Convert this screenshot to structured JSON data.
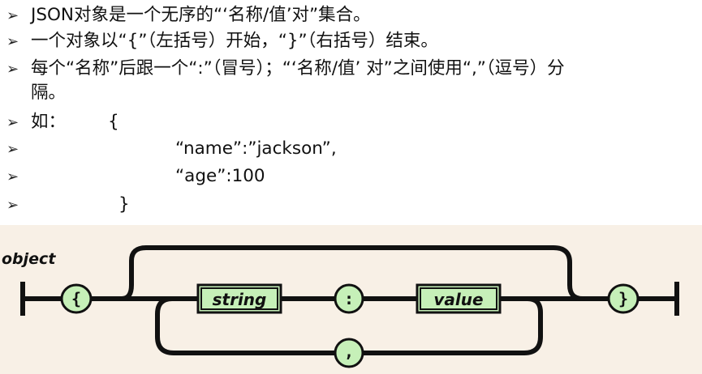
{
  "bullets": [
    {
      "marker": "➢",
      "text": "JSON对象是一个无序的“‘名称/值’对”集合。"
    },
    {
      "marker": "➢",
      "text": "一个对象以“{”（左括号）开始，“}”（右括号）结束。"
    },
    {
      "marker": "➢",
      "text": "每个“名称”后跟一个“:”（冒号）；“‘名称/值’ 对”之间使用“,”（逗号）分",
      "continuation": "隔。"
    },
    {
      "marker": "➢",
      "text": "如：",
      "code": "{"
    },
    {
      "marker": "➢",
      "code": "“name”:”jackson”,"
    },
    {
      "marker": "➢",
      "code": "“age”:100"
    },
    {
      "marker": "➢",
      "code": "}"
    }
  ],
  "diagram": {
    "title": "object",
    "open_brace": "{",
    "string_label": "string",
    "colon": ":",
    "value_label": "value",
    "comma": ",",
    "close_brace": "}",
    "colors": {
      "background": "#f8f0e6",
      "node_fill": "#c6f0b8",
      "stroke": "#111111"
    }
  }
}
